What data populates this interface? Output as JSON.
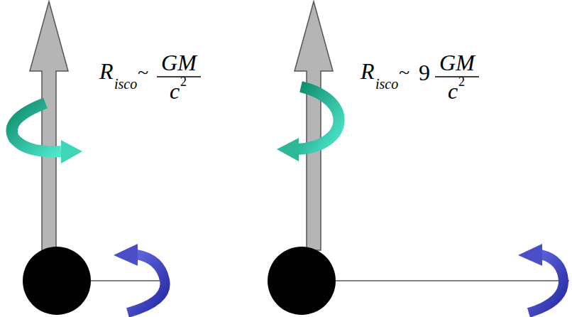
{
  "diagram": {
    "labels": [
      "R",
      "isco",
      "~",
      "GM",
      "c",
      "2",
      "R",
      "isco",
      "~",
      "9",
      "GM",
      "c",
      "2"
    ]
  }
}
